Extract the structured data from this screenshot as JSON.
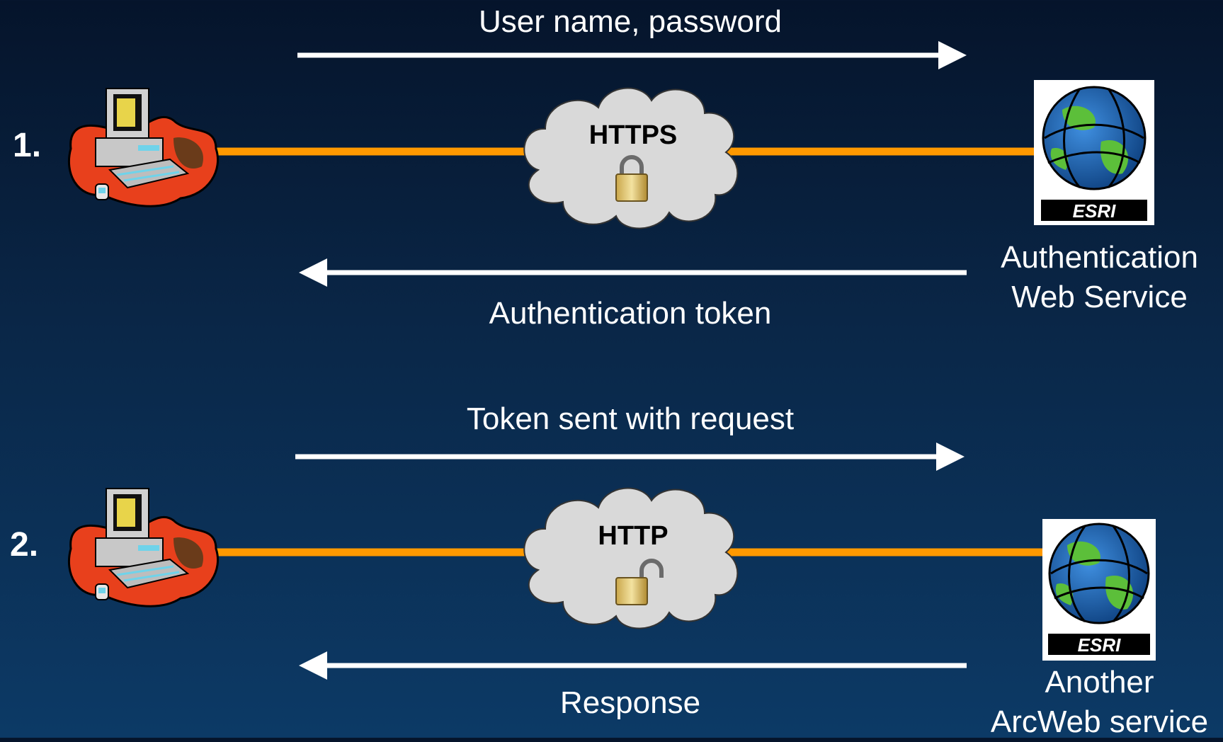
{
  "step1": {
    "number": "1.",
    "forward_label": "User name, password",
    "protocol": "HTTPS",
    "return_label": "Authentication token",
    "service_line1": "Authentication",
    "service_line2": "Web Service",
    "lock_state": "locked-padlock-icon"
  },
  "step2": {
    "number": "2.",
    "forward_label": "Token sent with request",
    "protocol": "HTTP",
    "return_label": "Response",
    "service_line1": "Another",
    "service_line2": "ArcWeb service",
    "lock_state": "unlocked-padlock-icon"
  },
  "logo": {
    "text": "ESRI"
  },
  "colors": {
    "connector": "#ff9900",
    "arrow": "#ffffff",
    "cloud": "#d9d9d9",
    "client_blob": "#e8401c"
  }
}
